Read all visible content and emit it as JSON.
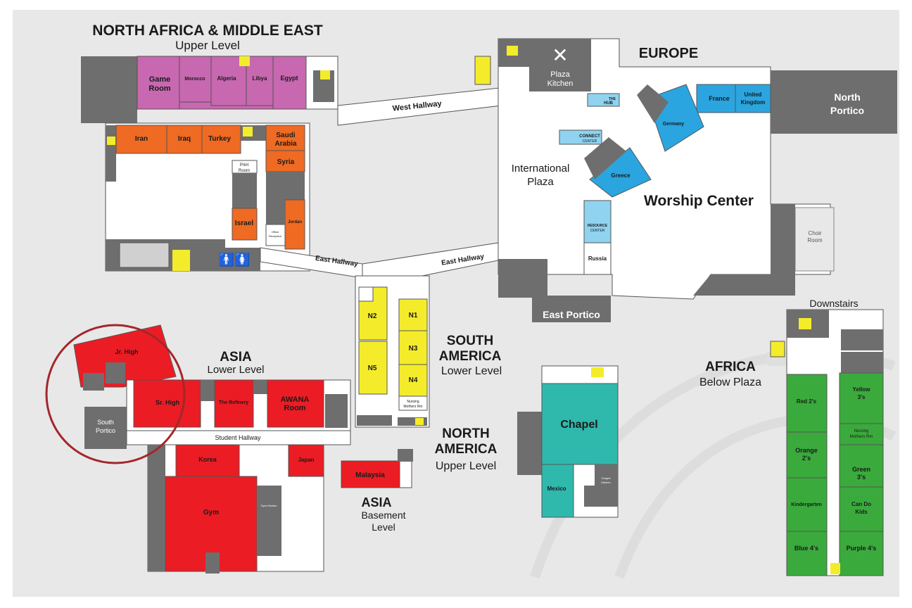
{
  "colors": {
    "pink": "#c768b0",
    "orange": "#ef6a22",
    "yellow": "#f4ec2a",
    "blue": "#2aa5e0",
    "red": "#ec1c24",
    "green": "#3aaa3c",
    "teal": "#2fb9ad",
    "wall": "#6e6e6e",
    "background": "#e6e6e6",
    "circle": "#a3272a"
  },
  "sections": {
    "north_africa": {
      "title": "NORTH AFRICA & MIDDLE EAST",
      "subtitle": "Upper Level"
    },
    "europe": {
      "title": "EUROPE"
    },
    "asia_lower": {
      "title": "ASIA",
      "subtitle": "Lower Level"
    },
    "south_america": {
      "title1": "SOUTH",
      "title2": "AMERICA",
      "subtitle": "Lower Level"
    },
    "north_america": {
      "title1": "NORTH",
      "title2": "AMERICA",
      "subtitle": "Upper Level"
    },
    "asia_basement": {
      "title": "ASIA",
      "subtitle1": "Basement",
      "subtitle2": "Level"
    },
    "africa": {
      "title": "AFRICA",
      "subtitle": "Below Plaza"
    }
  },
  "rooms": {
    "game_room1": "Game",
    "game_room2": "Room",
    "morocco": "Morocco",
    "algeria": "Algeria",
    "libya": "Libya",
    "egypt": "Egypt",
    "iran": "Iran",
    "iraq": "Iraq",
    "turkey": "Turkey",
    "saudi1": "Saudi",
    "saudi2": "Arabia",
    "syria": "Syria",
    "print1": "Print",
    "print2": "Room",
    "israel": "Israel",
    "jordan": "Jordan",
    "office1": "Office",
    "office2": "Reception",
    "plaza_kitchen1": "Plaza",
    "plaza_kitchen2": "Kitchen",
    "hub1": "THE",
    "hub2": "HUB",
    "connect1": "CONNECT",
    "connect2": "CENTER",
    "france": "France",
    "uk1": "United",
    "uk2": "Kingdom",
    "germany": "Germany",
    "greece": "Greece",
    "intl_plaza1": "International",
    "intl_plaza2": "Plaza",
    "worship": "Worship Center",
    "resource1": "RESOURCE",
    "resource2": "CENTER",
    "russia": "Russia",
    "north_portico1": "North",
    "north_portico2": "Portico",
    "choir1": "Choir",
    "choir2": "Room",
    "east_portico": "East Portico",
    "west_hallway": "West Hallway",
    "east_hallway1": "East Hallway",
    "east_hallway2": "East Hallway",
    "n1": "N1",
    "n2": "N2",
    "n3": "N3",
    "n4": "N4",
    "n5": "N5",
    "nursing1": "Nursing",
    "nursing2": "Mothers Rm",
    "jr_high": "Jr. High",
    "sr_high": "Sr. High",
    "refinery": "The Refinery",
    "awana1": "AWANA",
    "awana2": "Room",
    "south_portico1": "South",
    "south_portico2": "Portico",
    "student_hallway": "Student Hallway",
    "korea": "Korea",
    "japan": "Japan",
    "gym": "Gym",
    "gym_kitchen": "Gym Kitchen",
    "malaysia": "Malaysia",
    "chapel": "Chapel",
    "mexico": "Mexico",
    "chapel_kitchen1": "Chapel",
    "chapel_kitchen2": "Kitchen",
    "downstairs": "Downstairs",
    "red2": "Red 2's",
    "yellow3a": "Yellow",
    "yellow3b": "3's",
    "nursing_af1": "Nursing",
    "nursing_af2": "Mothers Rm",
    "orange2a": "Orange",
    "orange2b": "2's",
    "green3a": "Green",
    "green3b": "3's",
    "kindergarten": "Kindergarten",
    "cando1": "Can Do",
    "cando2": "Kids",
    "blue4": "Blue 4's",
    "purple4": "Purple 4's"
  }
}
